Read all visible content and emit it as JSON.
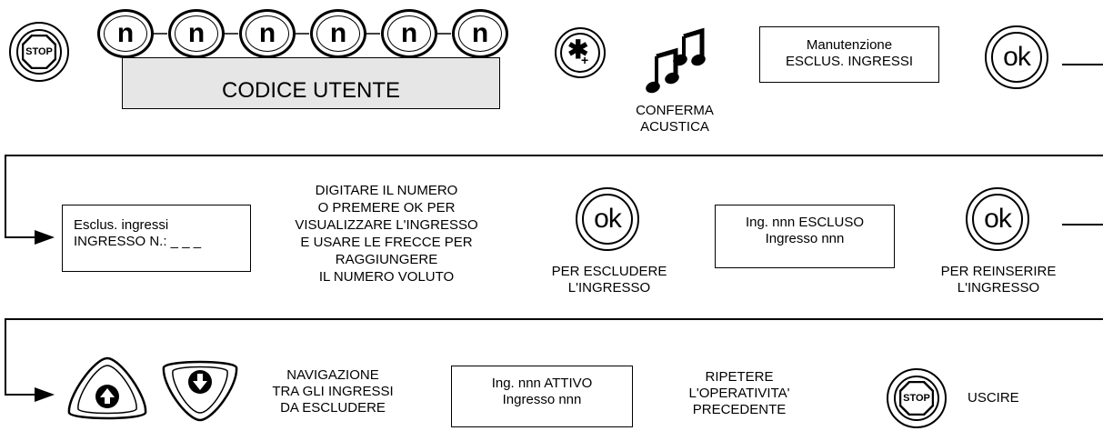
{
  "row1": {
    "stop_label": "STOP",
    "code_keys": [
      "n",
      "n",
      "n",
      "n",
      "n",
      "n"
    ],
    "code_label": "CODICE UTENTE",
    "star_main": "✱",
    "star_sub": "+",
    "confirm_label_line1": "CONFERMA",
    "confirm_label_line2": "ACUSTICA",
    "display": {
      "line1": "Manutenzione",
      "line2": "ESCLUS. INGRESSI"
    },
    "ok_label": "ok"
  },
  "row2": {
    "display": {
      "line1": "Esclus. ingressi",
      "line2": "INGRESSO N.: _ _ _"
    },
    "instructions": [
      "DIGITARE IL NUMERO",
      "O PREMERE OK PER",
      "VISUALIZZARE L'INGRESSO",
      "E USARE LE FRECCE PER",
      "RAGGIUNGERE",
      "IL NUMERO VOLUTO"
    ],
    "ok_label": "ok",
    "exclude_caption_line1": "PER ESCLUDERE",
    "exclude_caption_line2": "L'INGRESSO",
    "excluded_display": {
      "line1": "Ing. nnn  ESCLUSO",
      "line2": "Ingresso  nnn"
    },
    "ok2_label": "ok",
    "reinsert_caption_line1": "PER REINSERIRE",
    "reinsert_caption_line2": "L'INGRESSO"
  },
  "row3": {
    "nav_caption": [
      "NAVIGAZIONE",
      "TRA GLI INGRESSI",
      "DA ESCLUDERE"
    ],
    "active_display": {
      "line1": "Ing. nnn  ATTIVO",
      "line2": "Ingresso  nnn"
    },
    "repeat_caption": [
      "RIPETERE",
      "L'OPERATIVITA'",
      "PRECEDENTE"
    ],
    "stop_label": "STOP",
    "exit_label": "USCIRE"
  }
}
